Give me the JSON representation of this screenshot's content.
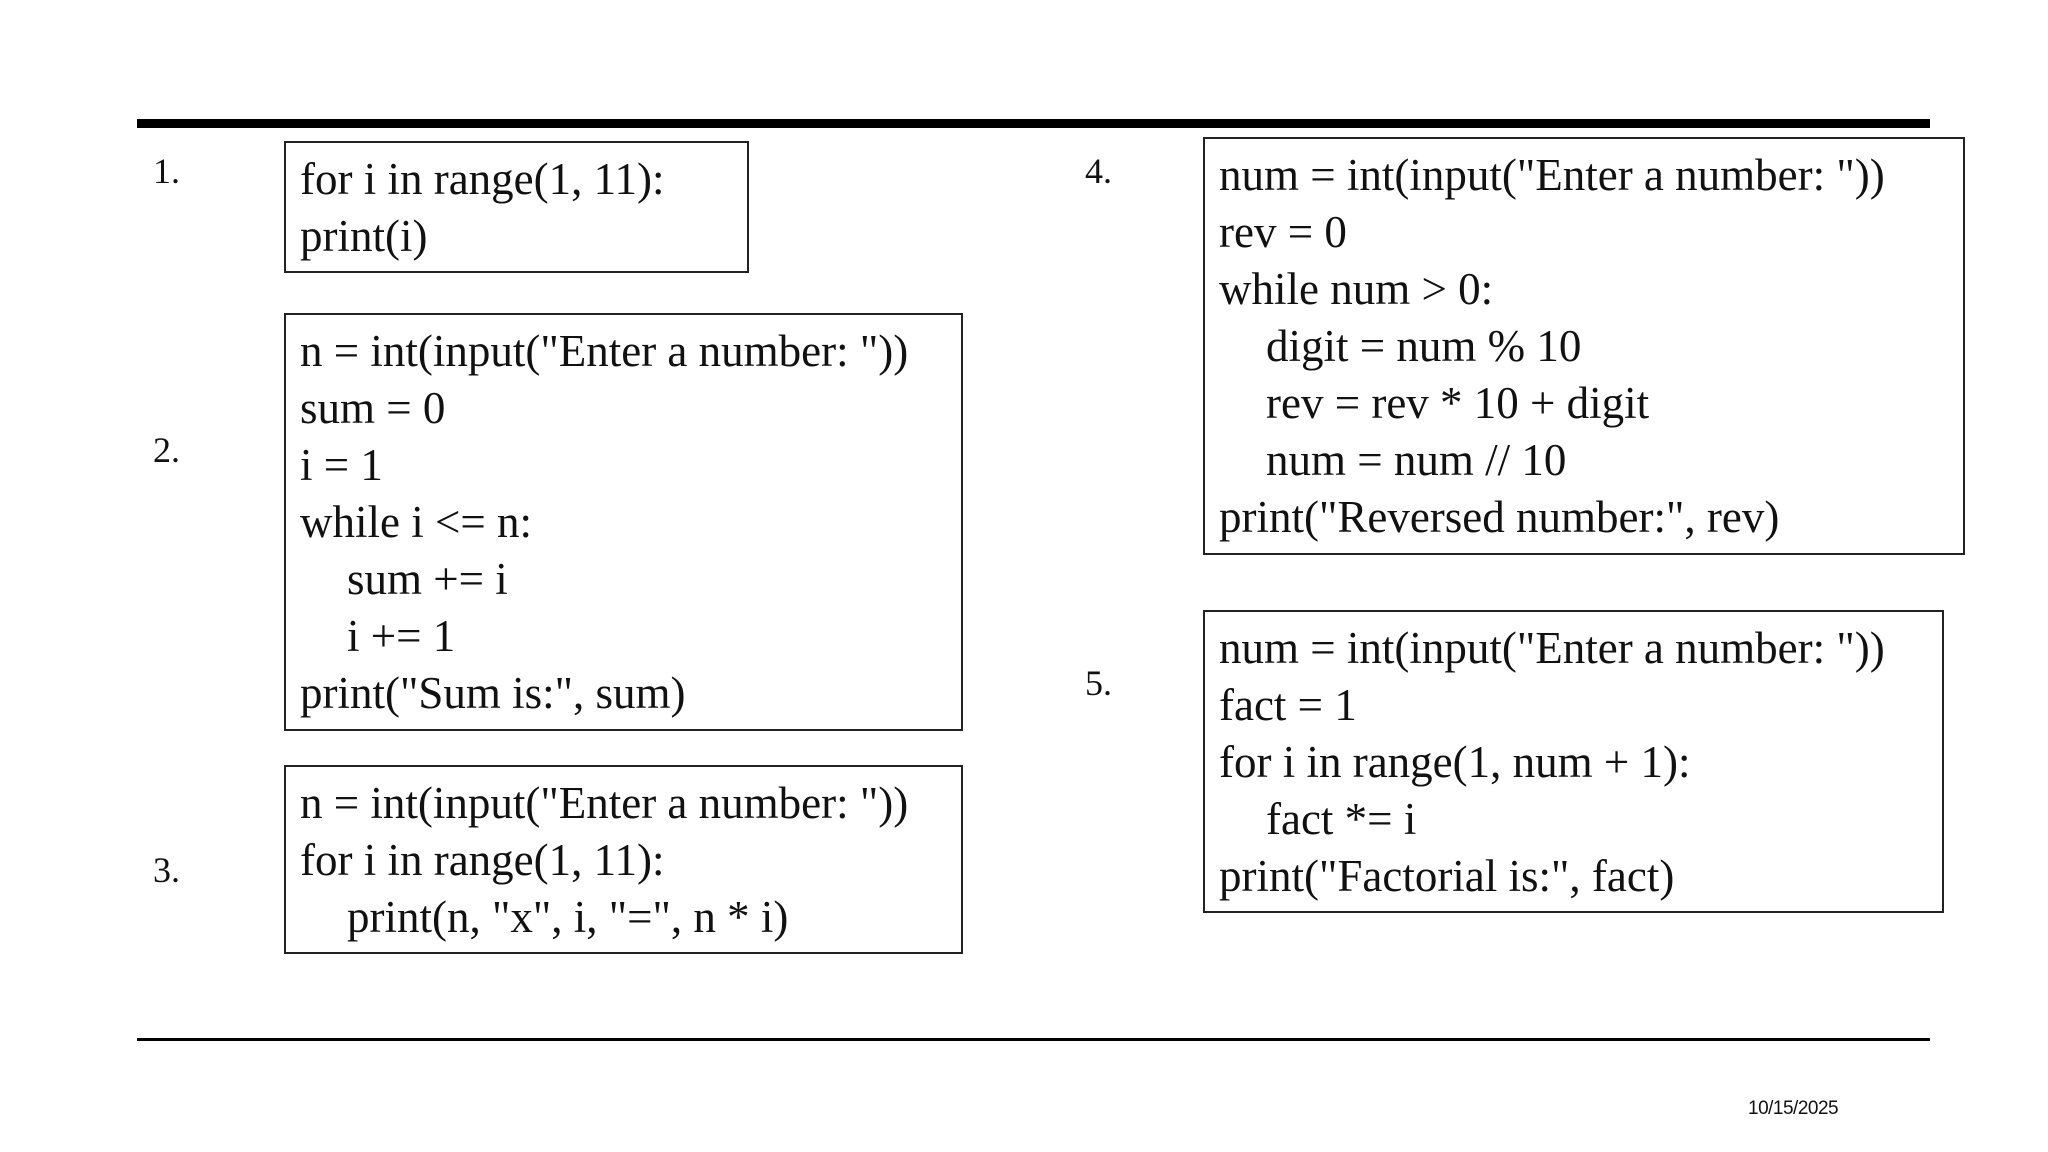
{
  "footer": {
    "date": "10/15/2025"
  },
  "examples": [
    {
      "number": "1.",
      "lines": [
        {
          "text": "for i in range(1, 11):",
          "indent": false
        },
        {
          "text": "print(i)",
          "indent": false
        }
      ]
    },
    {
      "number": "2.",
      "lines": [
        {
          "text": "n = int(input(\"Enter a number: \"))",
          "indent": false
        },
        {
          "text": "sum = 0",
          "indent": false
        },
        {
          "text": "i = 1",
          "indent": false
        },
        {
          "text": "while i <= n:",
          "indent": false
        },
        {
          "text": "sum += i",
          "indent": true
        },
        {
          "text": "i += 1",
          "indent": true
        },
        {
          "text": "print(\"Sum is:\", sum)",
          "indent": false
        }
      ]
    },
    {
      "number": "3.",
      "lines": [
        {
          "text": "n = int(input(\"Enter a number: \"))",
          "indent": false
        },
        {
          "text": "for i in range(1, 11):",
          "indent": false
        },
        {
          "text": "print(n, \"x\", i, \"=\", n * i)",
          "indent": true
        }
      ]
    },
    {
      "number": "4.",
      "lines": [
        {
          "text": "num = int(input(\"Enter a number: \"))",
          "indent": false
        },
        {
          "text": "rev = 0",
          "indent": false
        },
        {
          "text": "while num > 0:",
          "indent": false
        },
        {
          "text": "digit = num % 10",
          "indent": true
        },
        {
          "text": "rev = rev * 10 + digit",
          "indent": true
        },
        {
          "text": "num = num // 10",
          "indent": true
        },
        {
          "text": "print(\"Reversed number:\", rev)",
          "indent": false
        }
      ]
    },
    {
      "number": "5.",
      "lines": [
        {
          "text": "num = int(input(\"Enter a number: \"))",
          "indent": false
        },
        {
          "text": "fact = 1",
          "indent": false
        },
        {
          "text": "for i in range(1, num + 1):",
          "indent": false
        },
        {
          "text": "fact *= i",
          "indent": true
        },
        {
          "text": "print(\"Factorial is:\", fact)",
          "indent": false
        }
      ]
    }
  ]
}
